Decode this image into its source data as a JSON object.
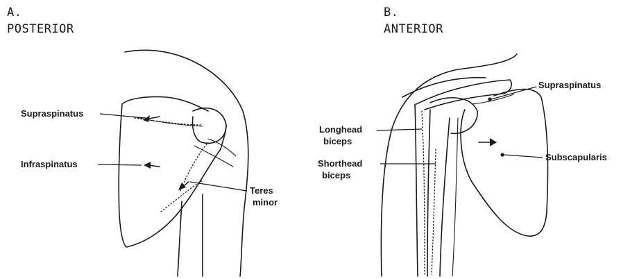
{
  "panels": [
    {
      "letter": "A.",
      "view": "POSTERIOR",
      "labels": [
        "Supraspinatus",
        "Infraspinatus",
        "Teres",
        "minor"
      ]
    },
    {
      "letter": "B.",
      "view": "ANTERIOR",
      "labels": [
        "Supraspinatus",
        "Longhead",
        "biceps",
        "Shorthead",
        "biceps",
        "Subscapularis"
      ]
    }
  ]
}
